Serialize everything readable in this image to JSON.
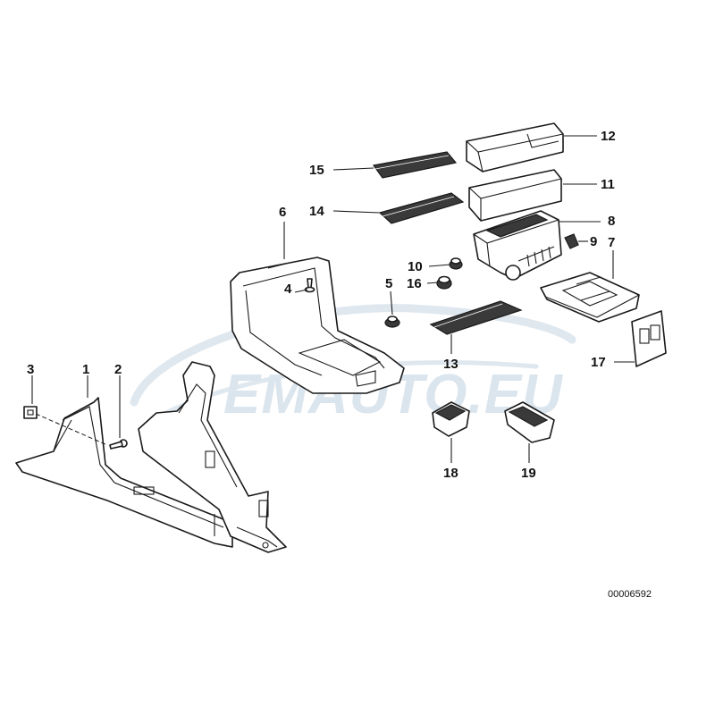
{
  "diagram": {
    "reference_number": "00006592",
    "watermark": "EMAUTO.EU",
    "callouts": [
      "1",
      "2",
      "3",
      "4",
      "5",
      "6",
      "7",
      "8",
      "9",
      "10",
      "11",
      "12",
      "13",
      "14",
      "15",
      "16",
      "17",
      "18",
      "19"
    ]
  }
}
